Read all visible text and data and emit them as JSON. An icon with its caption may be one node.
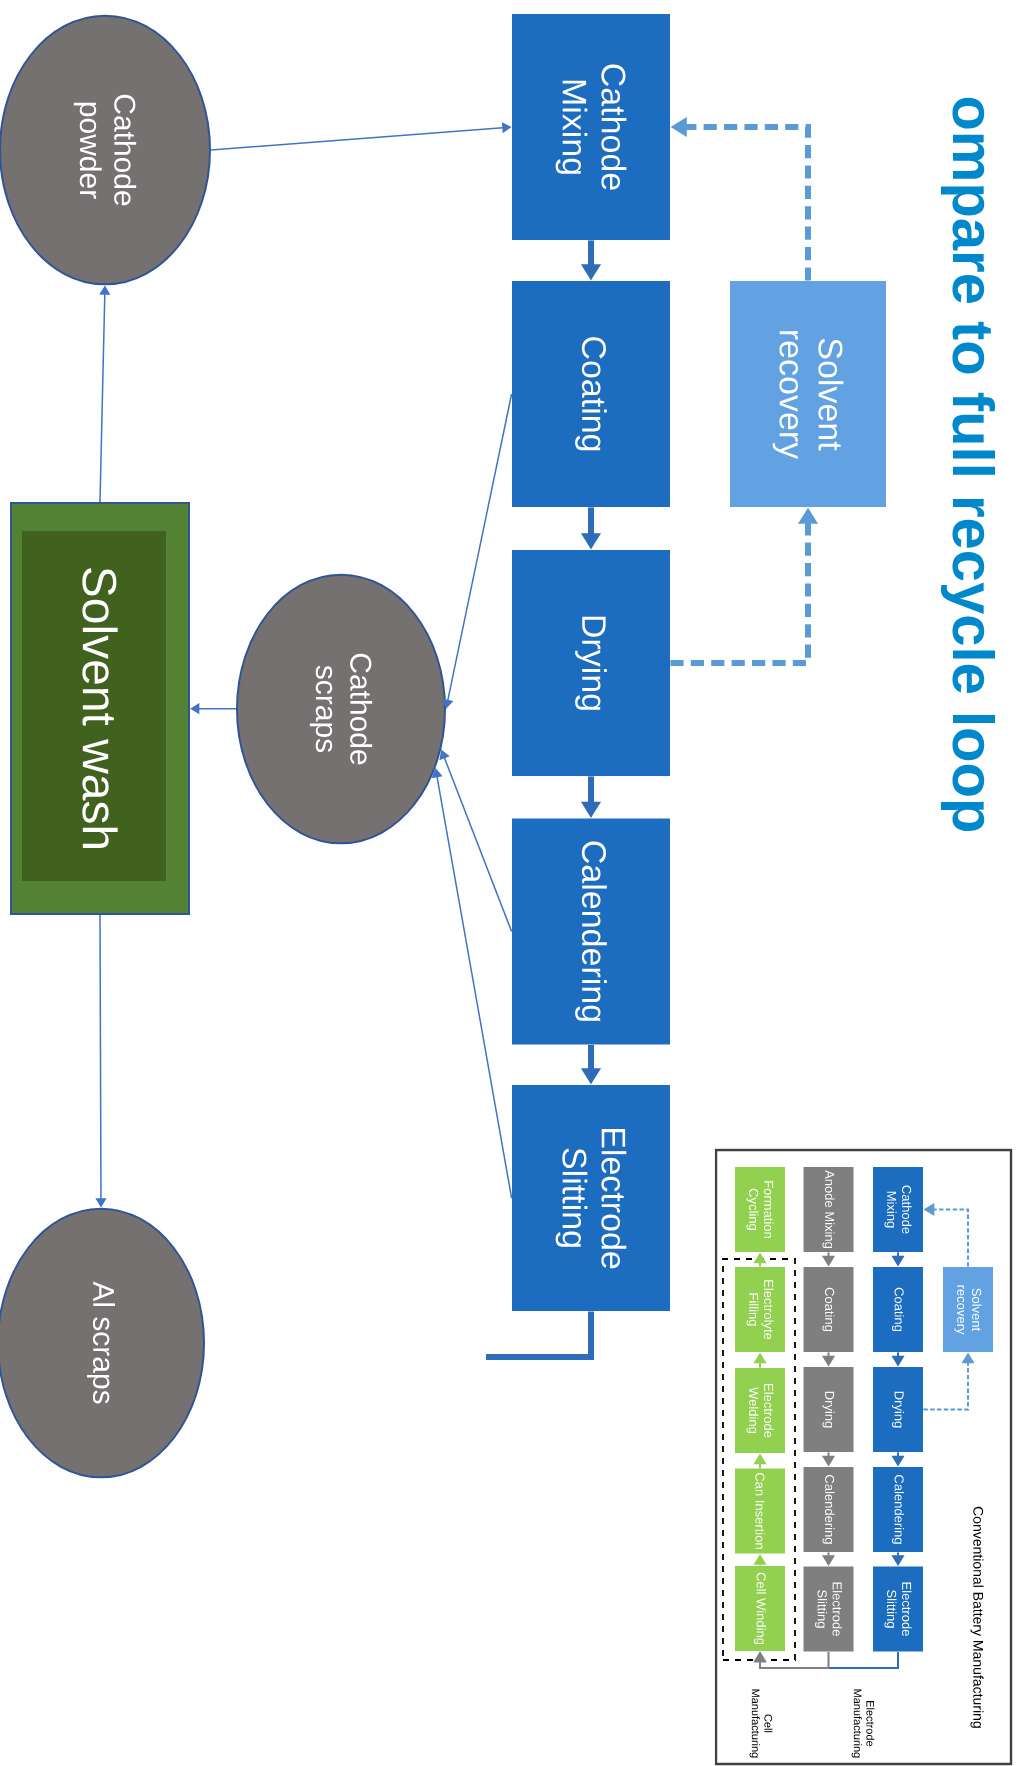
{
  "diagram": {
    "title": "ompare to full recycle loop",
    "nodes": [
      {
        "text": [
          "Cathode Mixing"
        ]
      },
      {
        "text": [
          "Coating"
        ]
      },
      {
        "text": [
          "Drying"
        ]
      },
      {
        "text": [
          "Calendering"
        ]
      },
      {
        "text": [
          "Electrode Slitting"
        ]
      },
      {
        "text": [
          "Solvent recovery"
        ]
      },
      {
        "text": [
          "Cathode powder"
        ]
      },
      {
        "text": [
          "Cathode scraps"
        ]
      },
      {
        "text": [
          "Solvent wash"
        ]
      },
      {
        "text": [
          "Al scraps"
        ]
      },
      {
        "text": [
          "Conventional Battery Manufacturing"
        ]
      },
      {
        "text": [
          "Cathode Mixing"
        ],
        "in": 10
      },
      {
        "text": [
          "Coating"
        ],
        "in": 10
      },
      {
        "text": [
          "Drying"
        ],
        "in": 10
      },
      {
        "text": [
          "Calendering"
        ],
        "in": 10
      },
      {
        "text": [
          "Electrode Slitting"
        ],
        "in": 10
      },
      {
        "text": [
          "Solvent recovery"
        ],
        "in": 10
      },
      {
        "text": [
          "Anode Mixing"
        ],
        "in": 10
      },
      {
        "text": [
          "Coating"
        ],
        "in": 10
      },
      {
        "text": [
          "Drying"
        ],
        "in": 10
      },
      {
        "text": [
          "Calendering"
        ],
        "in": 10
      },
      {
        "text": [
          "Electrode Slitting"
        ],
        "in": 10
      },
      {
        "text": [
          "Formation Cycling"
        ],
        "in": 10
      },
      {
        "text": [],
        "shape": "box",
        "in": 10
      },
      {
        "text": [
          "Electrolyte Filling"
        ],
        "in": 23
      },
      {
        "text": [
          "Electrode Welding"
        ],
        "in": 23
      },
      {
        "text": [
          "Can Insertion"
        ],
        "in": 23
      },
      {
        "text": [
          "Cell Winding"
        ],
        "in": 23
      }
    ],
    "edges": [
      {
        "from": 0,
        "to": 1,
        "arrow": "to",
        "style": "thick",
        "color": "#2e6bb8"
      },
      {
        "from": 1,
        "to": 2,
        "arrow": "to",
        "style": "thick",
        "color": "#2e6bb8"
      },
      {
        "from": 2,
        "to": 3,
        "arrow": "to",
        "style": "thick",
        "color": "#2e6bb8"
      },
      {
        "from": 3,
        "to": 4,
        "arrow": "to",
        "style": "thick",
        "color": "#2e6bb8"
      },
      {
        "from": 2,
        "to": 5,
        "arrow": "to",
        "style": "dashed",
        "color": "#5b9bd5"
      },
      {
        "from": 5,
        "to": 0,
        "arrow": "to",
        "style": "dashed",
        "color": "#5b9bd5"
      },
      {
        "from": 6,
        "to": 0,
        "arrow": "to"
      },
      {
        "from": 1,
        "to": 7,
        "arrow": "to"
      },
      {
        "from": 3,
        "to": 7,
        "arrow": "to"
      },
      {
        "from": 4,
        "to": 7,
        "arrow": "to"
      },
      {
        "from": 7,
        "to": 8,
        "arrow": "to"
      },
      {
        "from": 8,
        "to": 6,
        "arrow": "to"
      },
      {
        "from": 8,
        "to": 9,
        "arrow": "to"
      },
      {
        "from": 4,
        "to": null,
        "arrow": "none",
        "style": "thick",
        "color": "#2e6bb8"
      },
      {
        "from": 11,
        "to": 12,
        "arrow": "to",
        "color": "#2e6bb8"
      },
      {
        "from": 12,
        "to": 13,
        "arrow": "to",
        "color": "#2e6bb8"
      },
      {
        "from": 13,
        "to": 14,
        "arrow": "to",
        "color": "#2e6bb8"
      },
      {
        "from": 14,
        "to": 15,
        "arrow": "to",
        "color": "#2e6bb8"
      },
      {
        "from": 13,
        "to": 16,
        "arrow": "to",
        "style": "dashed",
        "color": "#5b9bd5"
      },
      {
        "from": 16,
        "to": 11,
        "arrow": "to",
        "style": "dashed",
        "color": "#5b9bd5"
      },
      {
        "from": 17,
        "to": 18,
        "arrow": "to",
        "color": "#7f7f7f"
      },
      {
        "from": 18,
        "to": 19,
        "arrow": "to",
        "color": "#7f7f7f"
      },
      {
        "from": 19,
        "to": 20,
        "arrow": "to",
        "color": "#7f7f7f"
      },
      {
        "from": 20,
        "to": 21,
        "arrow": "to",
        "color": "#7f7f7f"
      },
      {
        "from": 27,
        "to": 26,
        "arrow": "to",
        "color": "#92d050"
      },
      {
        "from": 26,
        "to": 25,
        "arrow": "to",
        "color": "#92d050"
      },
      {
        "from": 25,
        "to": 24,
        "arrow": "to",
        "color": "#92d050"
      },
      {
        "from": 24,
        "to": 22,
        "arrow": "to",
        "color": "#92d050"
      },
      {
        "from": 15,
        "to": 27,
        "arrow": "to",
        "color": "#2e6bb8"
      },
      {
        "from": 21,
        "to": 27,
        "arrow": "to",
        "color": "#7f7f7f"
      }
    ],
    "labels": [
      "Electrode Manufacturing",
      "Cell Manufacturing"
    ]
  }
}
